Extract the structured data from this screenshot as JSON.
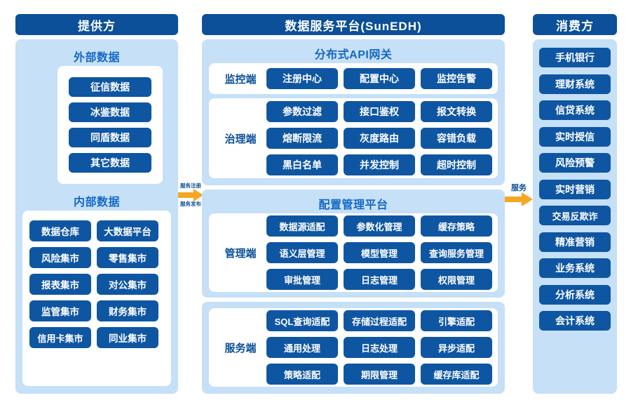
{
  "colors": {
    "header_blue": "#0B5098",
    "panel_blue": "#C5E0F7",
    "chip_blue": "#0F56A2",
    "title_blue": "#1568C6",
    "arrow_orange": "#F5A623"
  },
  "provider": {
    "header": "提供方",
    "external": {
      "title": "外部数据",
      "items": [
        "征信数据",
        "冰鉴数据",
        "同盾数据",
        "其它数据"
      ]
    },
    "internal": {
      "title": "内部数据",
      "items": [
        "数据仓库",
        "大数据平台",
        "风险集市",
        "零售集市",
        "报表集市",
        "对公集市",
        "监管集市",
        "财务集市",
        "信用卡集市",
        "同业集市"
      ]
    }
  },
  "arrows": {
    "left": {
      "top_label": "服务注册",
      "bottom_label": "服务发布",
      "icon": "arrow-right-icon"
    },
    "right": {
      "top_label": "服务",
      "icon": "arrow-right-icon"
    }
  },
  "platform": {
    "header": "数据服务平台(SunEDH)",
    "gateway": {
      "title": "分布式API网关",
      "sections": [
        {
          "label": "监控端",
          "items": [
            "注册中心",
            "配置中心",
            "监控告警"
          ]
        },
        {
          "label": "治理端",
          "items": [
            "参数过滤",
            "接口鉴权",
            "报文转换",
            "熔断限流",
            "灰度路由",
            "容错负载",
            "黑白名单",
            "并发控制",
            "超时控制"
          ]
        }
      ]
    },
    "config": {
      "title": "配置管理平台",
      "sections": [
        {
          "label": "管理端",
          "items": [
            "数据源适配",
            "参数化管理",
            "缓存策略",
            "语义层管理",
            "模型管理",
            "查询服务管理",
            "审批管理",
            "日志管理",
            "权限管理"
          ]
        }
      ]
    },
    "service": {
      "title": "",
      "sections": [
        {
          "label": "服务端",
          "items": [
            "SQL查询适配",
            "存储过程适配",
            "引擎适配",
            "通用处理",
            "日志处理",
            "异步适配",
            "策略适配",
            "期限管理",
            "缓存库适配"
          ]
        }
      ]
    }
  },
  "consumer": {
    "header": "消费方",
    "items": [
      "手机银行",
      "理财系统",
      "信贷系统",
      "实时授信",
      "风险预警",
      "实时营销",
      "交易反欺诈",
      "精准营销",
      "业务系统",
      "分析系统",
      "会计系统"
    ]
  }
}
